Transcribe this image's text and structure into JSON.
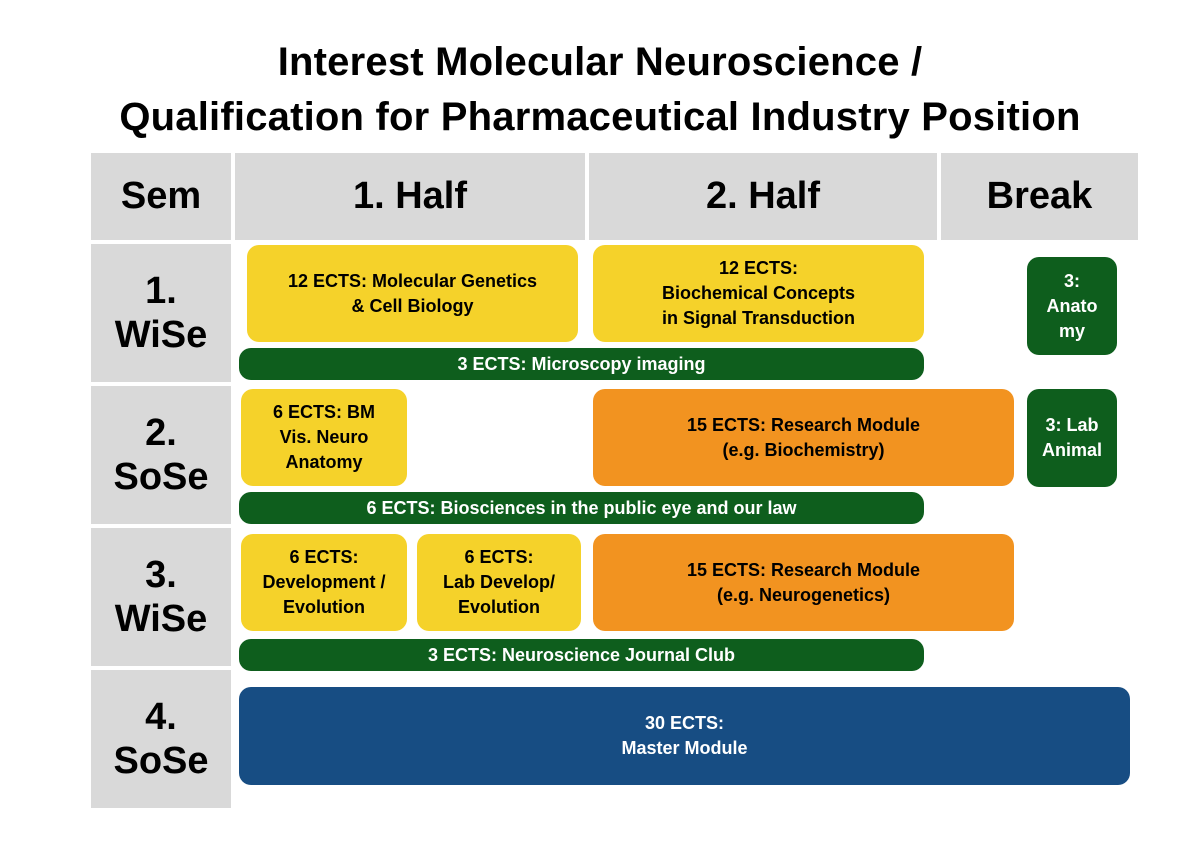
{
  "title": {
    "line1": "Interest Molecular Neuroscience /",
    "line2": "Qualification for Pharmaceutical Industry Position"
  },
  "headers": {
    "sem": "Sem",
    "half1": "1. Half",
    "half2": "2. Half",
    "break": "Break"
  },
  "semesters": [
    {
      "num": "1.",
      "term": "WiSe"
    },
    {
      "num": "2.",
      "term": "SoSe"
    },
    {
      "num": "3.",
      "term": "WiSe"
    },
    {
      "num": "4.",
      "term": "SoSe"
    }
  ],
  "modules": {
    "mol_genetics": [
      "12 ECTS: Molecular Genetics",
      "& Cell Biology"
    ],
    "biochem_concepts": [
      "12 ECTS:",
      "Biochemical Concepts",
      "in Signal Transduction"
    ],
    "anatomy": [
      "3:",
      "Anato",
      "my"
    ],
    "microscopy": "3 ECTS: Microscopy imaging",
    "bm_vis_neuro": [
      "6 ECTS: BM",
      "Vis. Neuro",
      "Anatomy"
    ],
    "research_biochem": [
      "15 ECTS: Research Module",
      "(e.g. Biochemistry)"
    ],
    "lab_animal": [
      "3: Lab",
      "Animal"
    ],
    "biosciences": "6 ECTS: Biosciences in the public eye and our law",
    "development": [
      "6 ECTS:",
      "Development /",
      "Evolution"
    ],
    "lab_develop": [
      "6 ECTS:",
      "Lab Develop/",
      "Evolution"
    ],
    "research_neurogen": [
      "15 ECTS: Research Module",
      "(e.g. Neurogenetics)"
    ],
    "journal_club": "3 ECTS: Neuroscience Journal Club",
    "master": [
      "30 ECTS:",
      "Master Module"
    ]
  },
  "colors": {
    "header_bg": "#d9d9d9",
    "yellow": "#f5d22a",
    "orange": "#f29320",
    "green": "#0e5e1d",
    "blue": "#174d83"
  }
}
